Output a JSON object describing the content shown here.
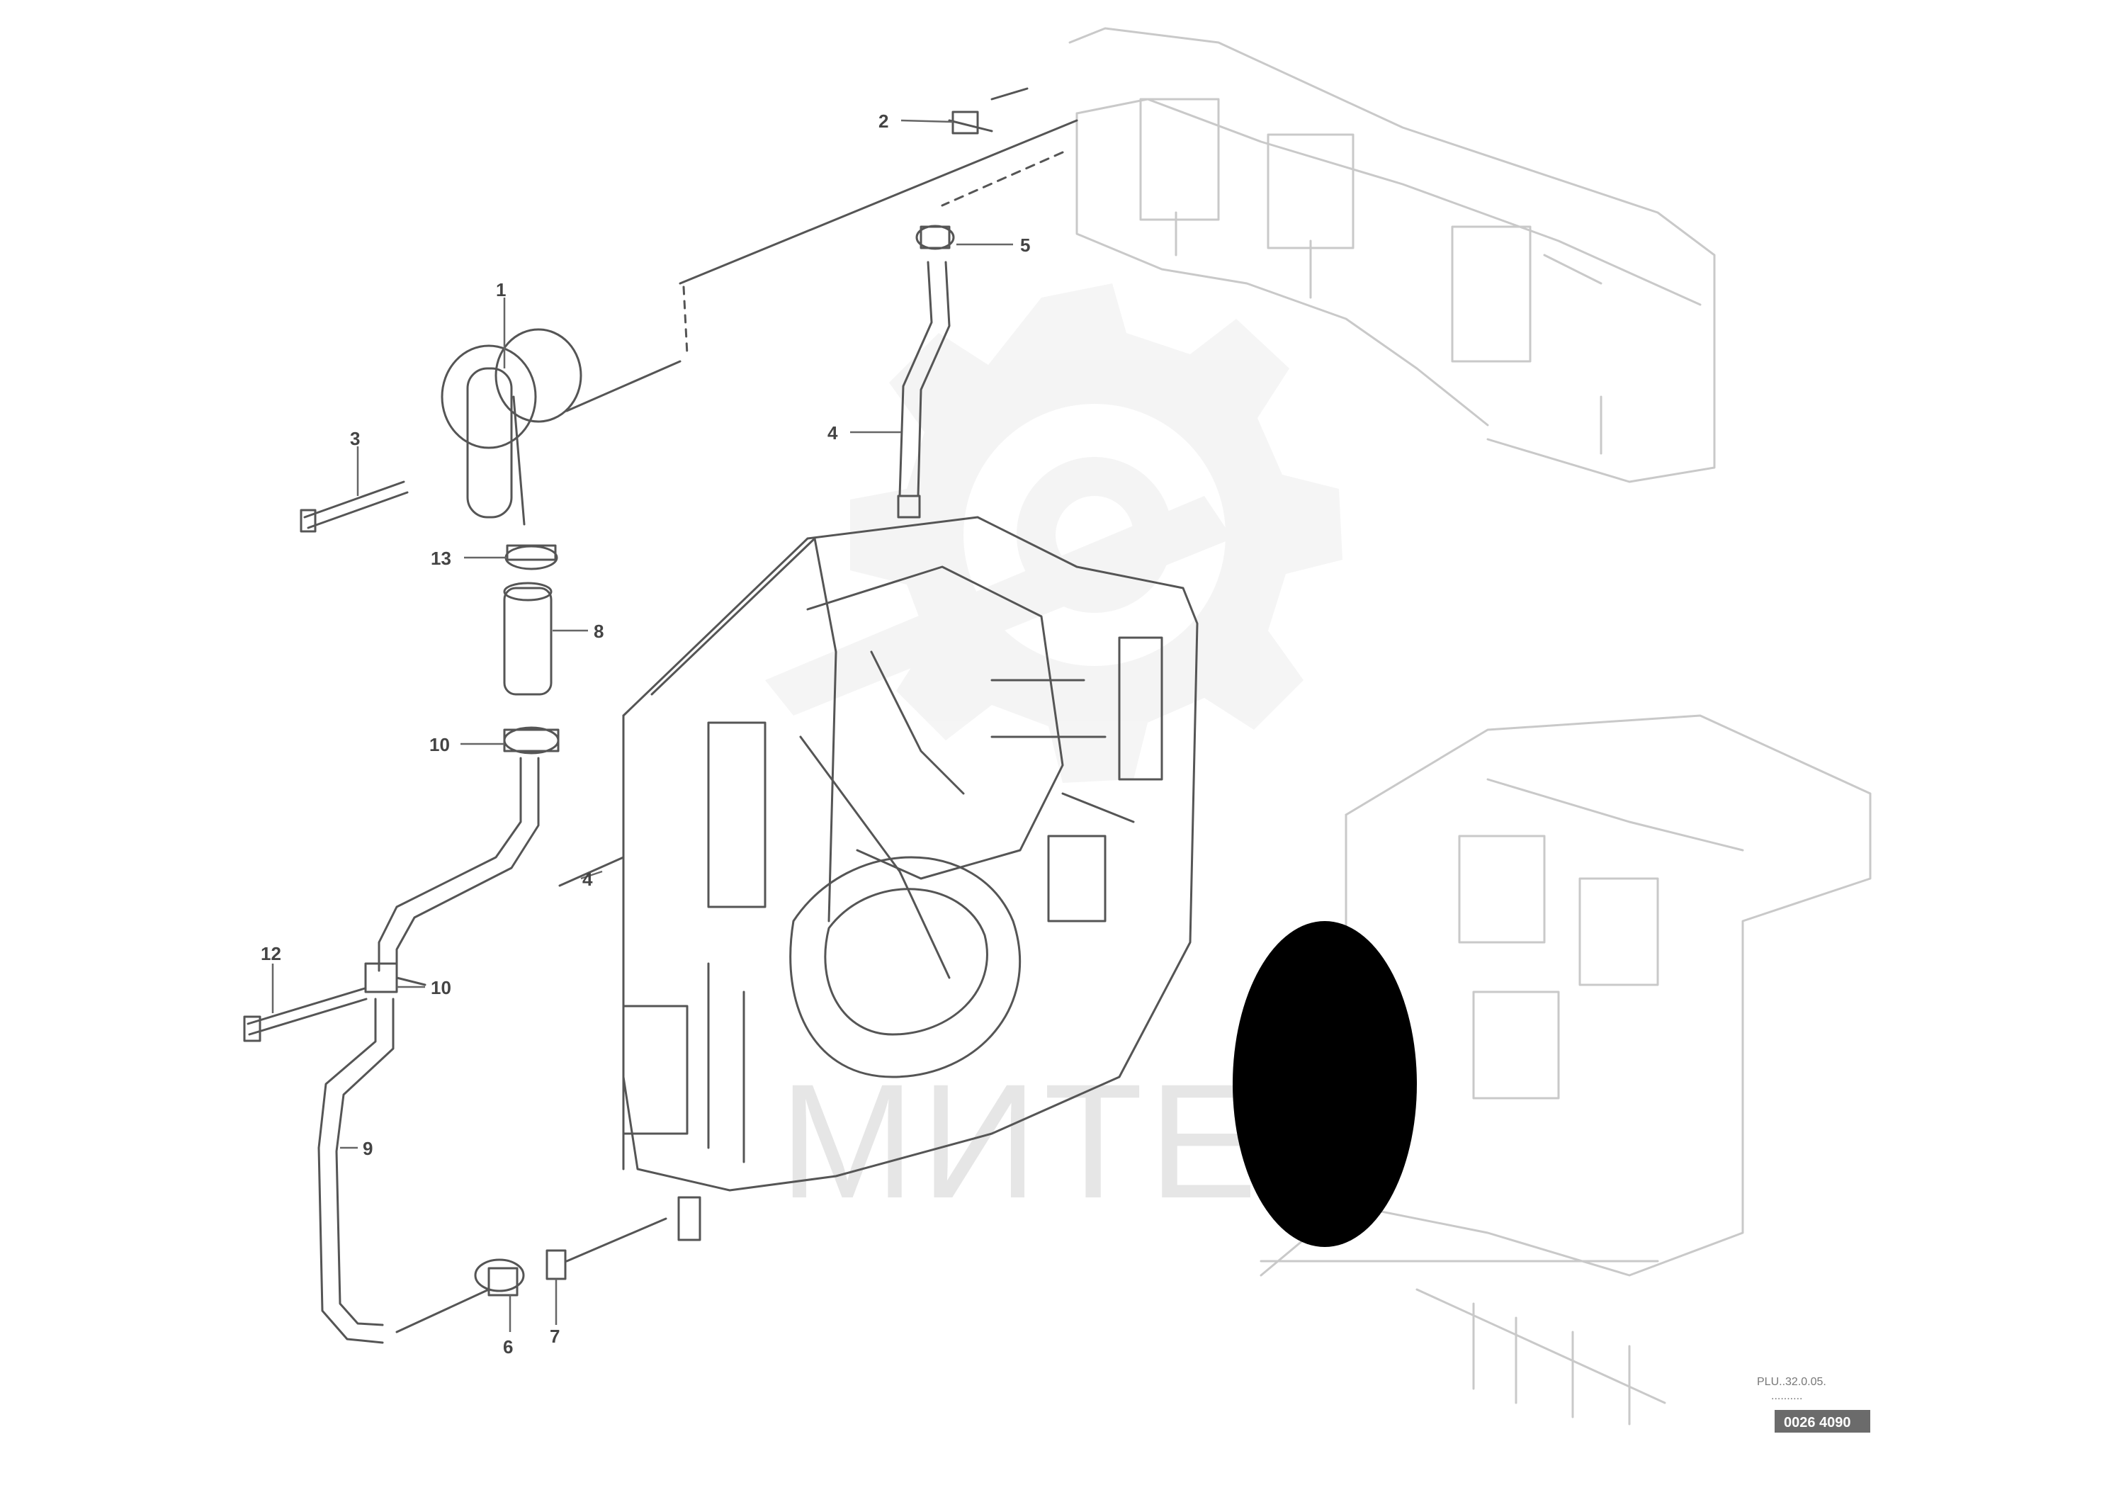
{
  "diagram": {
    "callouts": [
      {
        "id": "c-top-left-bolt",
        "label": "2"
      },
      {
        "id": "c-top-connector",
        "label": "5"
      },
      {
        "id": "c-top-pipe",
        "label": "4"
      },
      {
        "id": "c-bracket",
        "label": "1"
      },
      {
        "id": "c-left-bolt",
        "label": "3"
      },
      {
        "id": "c-upper-clamp",
        "label": "13"
      },
      {
        "id": "c-filter",
        "label": "8"
      },
      {
        "id": "c-lower-clamp",
        "label": "10"
      },
      {
        "id": "c-middle-hose",
        "label": "4"
      },
      {
        "id": "c-side-bolt",
        "label": "12"
      },
      {
        "id": "c-tee-fitting",
        "label": "10"
      },
      {
        "id": "c-lower-hose",
        "label": "9"
      },
      {
        "id": "c-bottom-fitting-left",
        "label": "6"
      },
      {
        "id": "c-bottom-fitting-right",
        "label": "7"
      }
    ],
    "watermark_text": "МИТЕХ",
    "reference_code": "PLU..32.0.05.",
    "reference_subcode": "..........",
    "reference_box": "0026 4090"
  }
}
